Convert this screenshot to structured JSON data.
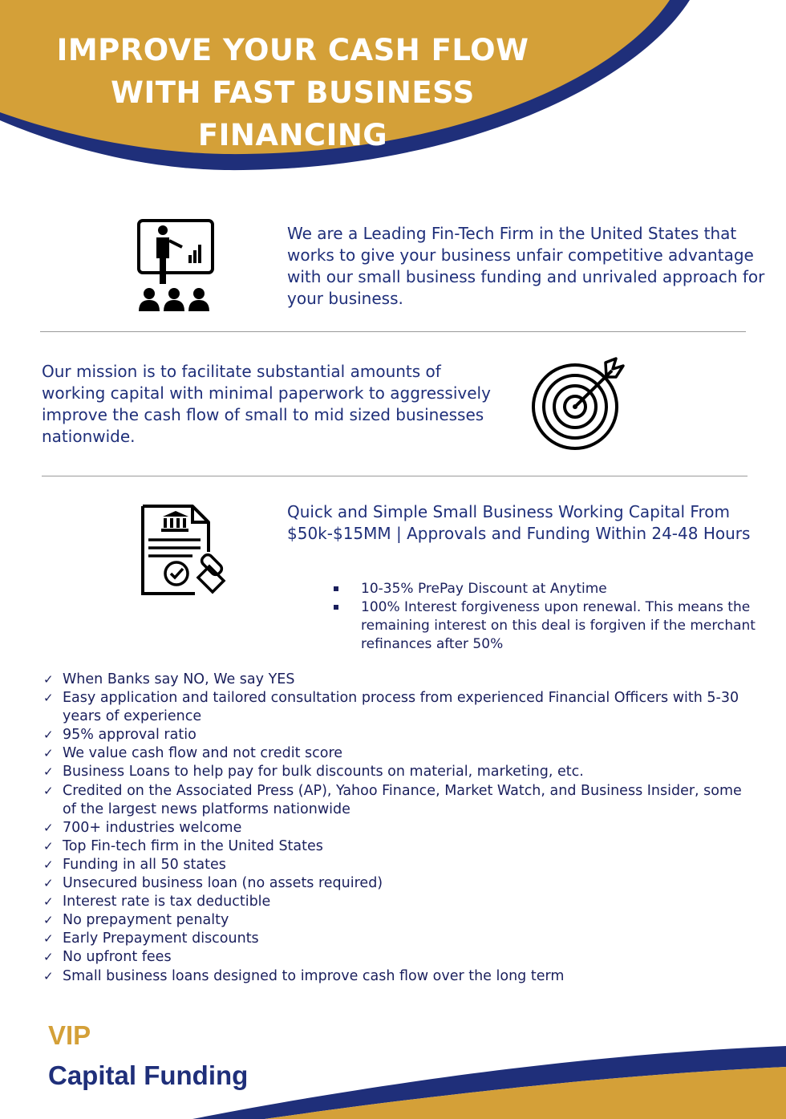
{
  "header": {
    "title": "IMPROVE YOUR CASH FLOW WITH FAST BUSINESS FINANCING",
    "gold_color": "#d4a038",
    "navy_color": "#1f2f7a"
  },
  "section_intro": {
    "icon": "presentation-icon",
    "text": "We are a Leading Fin-Tech Firm in the United States that works to give your business unfair competitive advantage with our small business funding and unrivaled approach for your business."
  },
  "section_mission": {
    "icon": "target-icon",
    "text": "Our mission is to facilitate substantial amounts of working capital with minimal paperwork to aggressively improve the cash flow of small to mid sized businesses nationwide."
  },
  "section_offer": {
    "icon": "approved-document-icon",
    "text": "Quick and Simple Small Business Working Capital From $50k-$15MM | Approvals and Funding Within 24-48 Hours",
    "bullets": [
      "10-35% PrePay Discount at Anytime",
      "100% Interest forgiveness upon renewal. This means the remaining interest on this deal is forgiven if the merchant refinances after 50%"
    ]
  },
  "benefits": [
    "When Banks say NO, We say YES",
    "Easy application and tailored consultation process from experienced Financial Officers with 5-30 years of experience",
    "95% approval ratio",
    "We value cash flow and not credit score",
    "Business Loans to help pay for bulk discounts on material, marketing, etc.",
    "Credited on the Associated Press (AP), Yahoo Finance, Market Watch, and Business Insider, some of the largest news platforms nationwide",
    "700+ industries welcome",
    "Top Fin-tech firm in the United States",
    "Funding in all 50 states",
    " Unsecured business loan (no assets required)",
    "Interest rate is tax deductible",
    "No prepayment penalty",
    "Early Prepayment discounts",
    "No upfront fees",
    "Small business loans designed to improve cash flow over the long term"
  ],
  "footer": {
    "vip": "VIP",
    "brand": "Capital Funding"
  }
}
